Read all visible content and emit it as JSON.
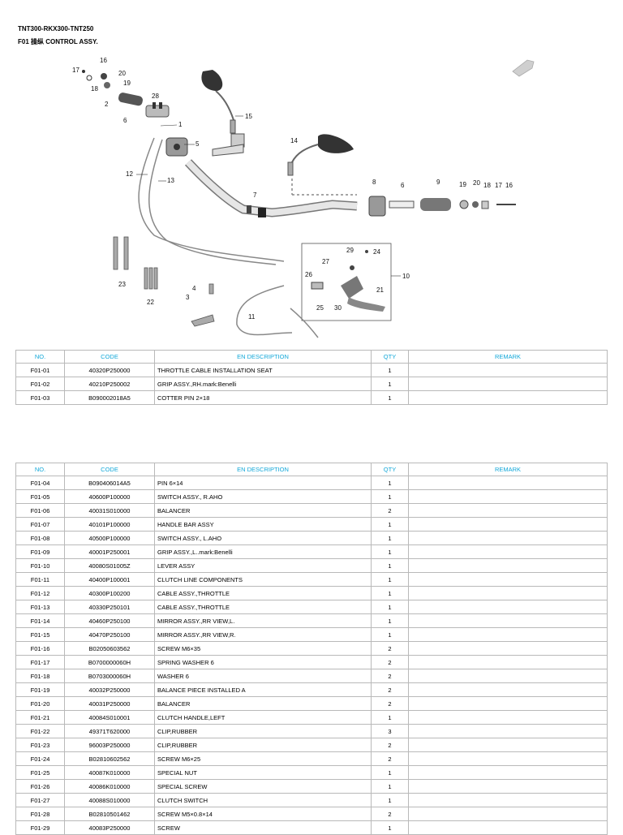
{
  "header": {
    "model": "TNT300-RKX300-TNT250",
    "section": "F01 操纵 CONTROL ASSY."
  },
  "diagram_labels": [
    "16",
    "17",
    "20",
    "19",
    "18",
    "2",
    "28",
    "6",
    "1",
    "5",
    "15",
    "14",
    "12",
    "13",
    "7",
    "8",
    "6",
    "9",
    "19",
    "20",
    "18",
    "17",
    "16",
    "29",
    "24",
    "27",
    "26",
    "10",
    "21",
    "25",
    "30",
    "23",
    "22",
    "4",
    "3",
    "11"
  ],
  "table_headers": {
    "no": "NO.",
    "code": "CODE",
    "desc": "EN DESCRIPTION",
    "qty": "QTY",
    "remark": "REMARK"
  },
  "table1": [
    {
      "no": "F01-01",
      "code": "40320P250000",
      "desc": "THROTTLE CABLE INSTALLATION SEAT",
      "qty": "1",
      "remark": ""
    },
    {
      "no": "F01-02",
      "code": "40210P250002",
      "desc": "GRIP ASSY.,RH.mark:Benelli",
      "qty": "1",
      "remark": ""
    },
    {
      "no": "F01-03",
      "code": "B090002018A5",
      "desc": "COTTER PIN 2×18",
      "qty": "1",
      "remark": ""
    }
  ],
  "table2": [
    {
      "no": "F01-04",
      "code": "B090406014A5",
      "desc": "PIN 6×14",
      "qty": "1",
      "remark": ""
    },
    {
      "no": "F01-05",
      "code": "40600P100000",
      "desc": "SWITCH ASSY., R.AHO",
      "qty": "1",
      "remark": ""
    },
    {
      "no": "F01-06",
      "code": "40031S010000",
      "desc": "BALANCER",
      "qty": "2",
      "remark": ""
    },
    {
      "no": "F01-07",
      "code": "40101P100000",
      "desc": "HANDLE BAR ASSY",
      "qty": "1",
      "remark": ""
    },
    {
      "no": "F01-08",
      "code": "40500P100000",
      "desc": "SWITCH ASSY., L.AHO",
      "qty": "1",
      "remark": ""
    },
    {
      "no": "F01-09",
      "code": "40001P250001",
      "desc": "GRIP ASSY.,L..mark:Benelli",
      "qty": "1",
      "remark": ""
    },
    {
      "no": "F01-10",
      "code": "40080S01005Z",
      "desc": "LEVER ASSY",
      "qty": "1",
      "remark": ""
    },
    {
      "no": "F01-11",
      "code": "40400P100001",
      "desc": "CLUTCH LINE COMPONENTS",
      "qty": "1",
      "remark": ""
    },
    {
      "no": "F01-12",
      "code": "40300P100200",
      "desc": "CABLE ASSY.,THROTTLE",
      "qty": "1",
      "remark": ""
    },
    {
      "no": "F01-13",
      "code": "40330P250101",
      "desc": "CABLE ASSY.,THROTTLE",
      "qty": "1",
      "remark": ""
    },
    {
      "no": "F01-14",
      "code": "40460P250100",
      "desc": "MIRROR ASSY.,RR VIEW,L.",
      "qty": "1",
      "remark": ""
    },
    {
      "no": "F01-15",
      "code": "40470P250100",
      "desc": "MIRROR ASSY.,RR VIEW,R.",
      "qty": "1",
      "remark": ""
    },
    {
      "no": "F01-16",
      "code": "B02050603562",
      "desc": "SCREW M6×35",
      "qty": "2",
      "remark": ""
    },
    {
      "no": "F01-17",
      "code": "B0700000060H",
      "desc": "SPRING WASHER 6",
      "qty": "2",
      "remark": ""
    },
    {
      "no": "F01-18",
      "code": "B0703000060H",
      "desc": "WASHER 6",
      "qty": "2",
      "remark": ""
    },
    {
      "no": "F01-19",
      "code": "40032P250000",
      "desc": "BALANCE PIECE INSTALLED A",
      "qty": "2",
      "remark": ""
    },
    {
      "no": "F01-20",
      "code": "40031P250000",
      "desc": "BALANCER",
      "qty": "2",
      "remark": ""
    },
    {
      "no": "F01-21",
      "code": "40084S010001",
      "desc": "CLUTCH HANDLE,LEFT",
      "qty": "1",
      "remark": ""
    },
    {
      "no": "F01-22",
      "code": "49371T620000",
      "desc": "CLIP,RUBBER",
      "qty": "3",
      "remark": ""
    },
    {
      "no": "F01-23",
      "code": "96003P250000",
      "desc": "CLIP,RUBBER",
      "qty": "2",
      "remark": ""
    },
    {
      "no": "F01-24",
      "code": "B02810602562",
      "desc": "SCREW M6×25",
      "qty": "2",
      "remark": ""
    },
    {
      "no": "F01-25",
      "code": "40087K010000",
      "desc": "SPECIAL NUT",
      "qty": "1",
      "remark": ""
    },
    {
      "no": "F01-26",
      "code": "40086K010000",
      "desc": "SPECIAL SCREW",
      "qty": "1",
      "remark": ""
    },
    {
      "no": "F01-27",
      "code": "40088S010000",
      "desc": "CLUTCH SWITCH",
      "qty": "1",
      "remark": ""
    },
    {
      "no": "F01-28",
      "code": "B02810501462",
      "desc": "SCREW M5×0.8×14",
      "qty": "2",
      "remark": ""
    },
    {
      "no": "F01-29",
      "code": "40083P250000",
      "desc": "SCREW",
      "qty": "1",
      "remark": ""
    }
  ]
}
